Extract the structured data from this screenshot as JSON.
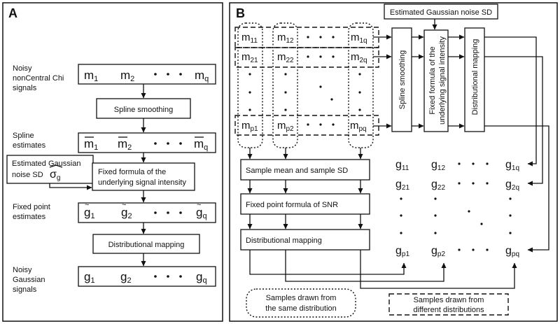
{
  "panel_a": {
    "label": "A",
    "rows": {
      "noisy_chi": {
        "label": [
          "Noisy",
          "nonCentral Chi",
          "signals"
        ],
        "values": [
          "m",
          "m",
          "m"
        ],
        "subs": [
          "1",
          "2",
          "q"
        ]
      },
      "spline": {
        "label": [
          "Spline",
          "estimates"
        ],
        "values": [
          "m",
          "m",
          "m"
        ],
        "subs": [
          "1",
          "2",
          "q"
        ]
      },
      "fixed": {
        "label": [
          "Fixed point",
          "estimates"
        ],
        "values": [
          "g",
          "g",
          "g"
        ],
        "subs": [
          "1",
          "2",
          "q"
        ]
      },
      "noisy_gauss": {
        "label": [
          "Noisy",
          "Gaussian",
          "signals"
        ],
        "values": [
          "g",
          "g",
          "g"
        ],
        "subs": [
          "1",
          "2",
          "q"
        ]
      }
    },
    "steps": {
      "spline_smoothing": "Spline smoothing",
      "fixed_formula": [
        "Fixed formula of the",
        "underlying signal intensity"
      ],
      "distributional_mapping": "Distributional mapping"
    },
    "noise_box": {
      "line1": "Estimated Gaussian",
      "line2": "noise SD",
      "symbol": "σ",
      "symbol_sub": "g"
    }
  },
  "panel_b": {
    "label": "B",
    "noise_sd": "Estimated Gaussian noise SD",
    "m_matrix": {
      "row1": [
        "m11",
        "m12",
        "m1q"
      ],
      "row2": [
        "m21",
        "m22",
        "m2q"
      ],
      "rowp": [
        "mp1",
        "mp2",
        "mpq"
      ]
    },
    "vertical_steps": {
      "spline_smoothing": "Spline smoothing",
      "fixed_formula": [
        "Fixed formula of the",
        "underlying signal intensity"
      ],
      "distributional_mapping": "Distributional mapping"
    },
    "column_steps": {
      "sample_stats": "Sample mean and sample SD",
      "snr": "Fixed point formula of SNR",
      "mapping": "Distributional mapping"
    },
    "g_matrix": {
      "row1": [
        "g11",
        "g12",
        "g1q"
      ],
      "row2": [
        "g21",
        "g22",
        "g2q"
      ],
      "rowp": [
        "gp1",
        "gp2",
        "gpq"
      ]
    },
    "legend": {
      "same": [
        "Samples drawn from",
        "the same distribution"
      ],
      "different": [
        "Samples drawn from",
        "different distributions"
      ]
    }
  }
}
